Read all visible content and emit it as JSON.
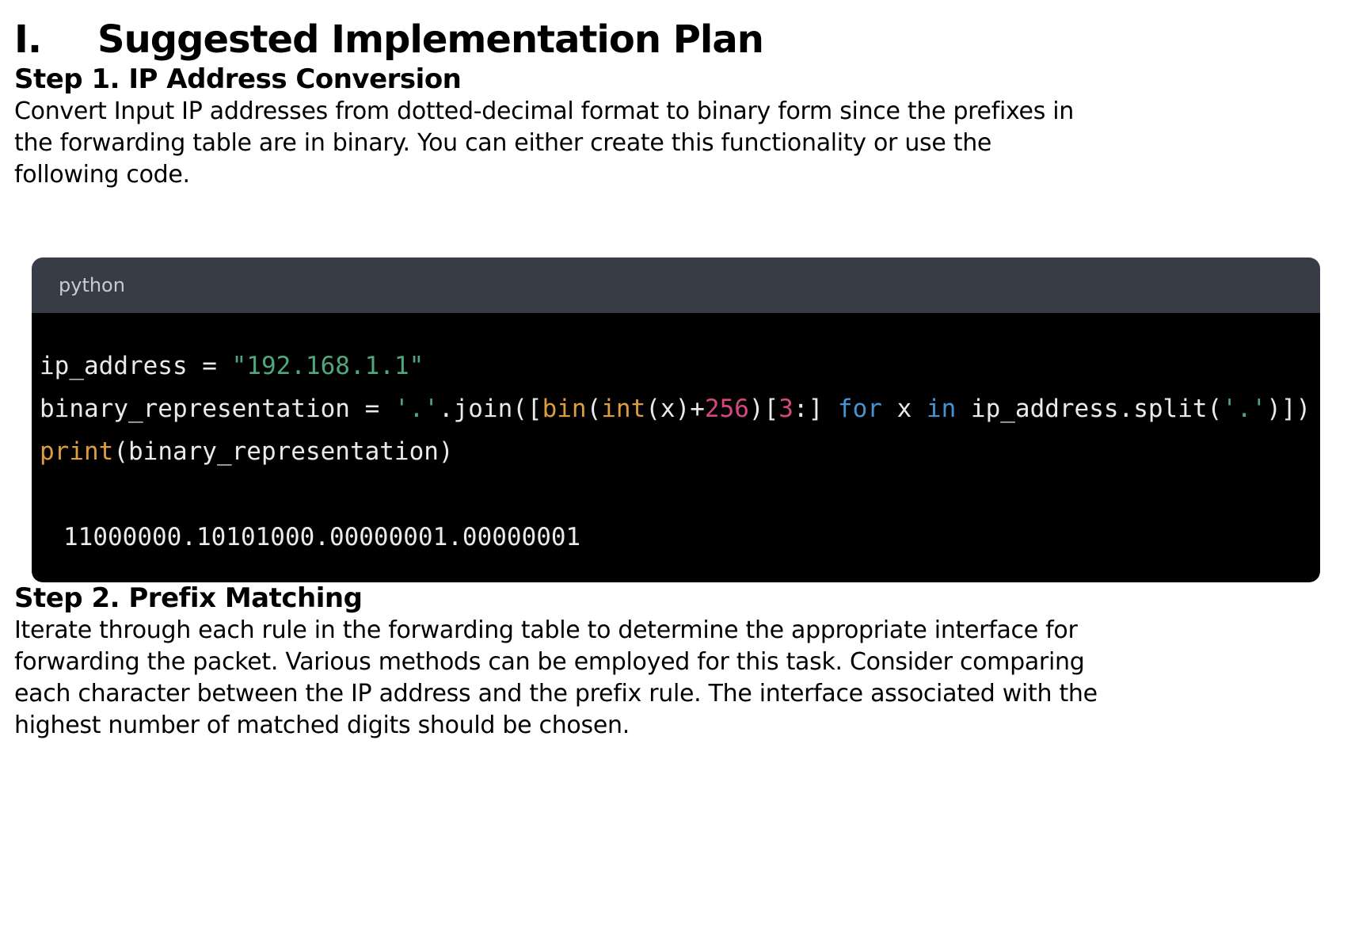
{
  "heading": {
    "numeral": "I.",
    "title": "Suggested Implementation Plan"
  },
  "step1": {
    "title": "Step 1. IP Address Conversion",
    "paragraph_lines": [
      "Convert Input IP addresses from dotted-decimal format to binary form since the prefixes in",
      "the forwarding table are in binary. You can either create this functionality or use the",
      "following code."
    ]
  },
  "code_block": {
    "language_label": "python",
    "colors": {
      "plain": "#eaeaec",
      "string": "#4fa77e",
      "function": "#dd9c40",
      "number": "#d5487f",
      "keyword": "#4693d3",
      "code_background": "#000000",
      "header_background": "#383c47",
      "language_label_color": "#c8cbd3"
    },
    "lines": [
      [
        {
          "text": "ip_address = ",
          "type": "plain"
        },
        {
          "text": "\"192.168.1.1\"",
          "type": "string"
        }
      ],
      [
        {
          "text": "binary_representation = ",
          "type": "plain"
        },
        {
          "text": "'.'",
          "type": "string"
        },
        {
          "text": ".join([",
          "type": "plain"
        },
        {
          "text": "bin",
          "type": "function"
        },
        {
          "text": "(",
          "type": "plain"
        },
        {
          "text": "int",
          "type": "function"
        },
        {
          "text": "(x)+",
          "type": "plain"
        },
        {
          "text": "256",
          "type": "number"
        },
        {
          "text": ")[",
          "type": "plain"
        },
        {
          "text": "3",
          "type": "number"
        },
        {
          "text": ":] ",
          "type": "plain"
        },
        {
          "text": "for",
          "type": "keyword"
        },
        {
          "text": " x ",
          "type": "plain"
        },
        {
          "text": "in",
          "type": "keyword"
        },
        {
          "text": " ip_address.split(",
          "type": "plain"
        },
        {
          "text": "'.'",
          "type": "string"
        },
        {
          "text": ")])",
          "type": "plain"
        }
      ],
      [
        {
          "text": "print",
          "type": "function"
        },
        {
          "text": "(binary_representation)",
          "type": "plain"
        }
      ]
    ],
    "output": "11000000.10101000.00000001.00000001"
  },
  "step2": {
    "title": "Step 2. Prefix Matching",
    "paragraph_lines": [
      "Iterate through each rule in the forwarding table to determine the appropriate interface for",
      "forwarding the packet. Various methods can be employed for this task. Consider comparing",
      "each character between the IP address and the prefix rule. The interface associated with the",
      "highest number of matched digits should be chosen."
    ]
  }
}
